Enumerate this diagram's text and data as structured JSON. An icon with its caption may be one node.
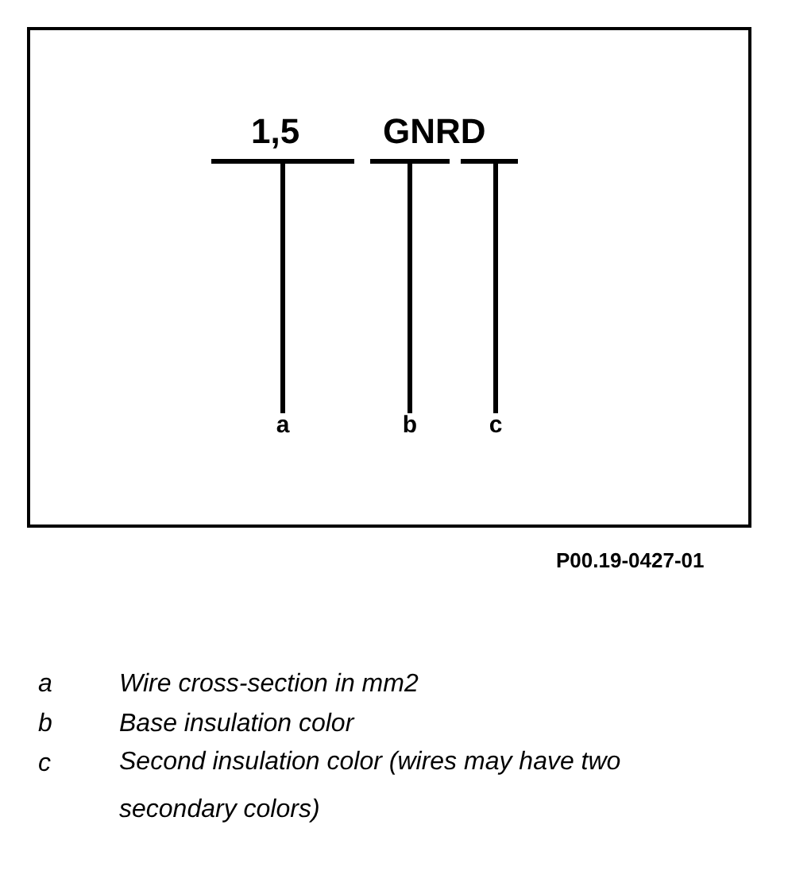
{
  "diagram": {
    "nodes": [
      {
        "text": [],
        "shape": "bar"
      },
      {
        "text": [],
        "shape": "bar"
      },
      {
        "text": [],
        "shape": "bar"
      },
      {
        "text": [
          "a"
        ]
      },
      {
        "text": [
          "b"
        ]
      },
      {
        "text": [
          "c"
        ]
      }
    ],
    "edges": [
      {
        "from": 3,
        "to": 0,
        "arrow": "none"
      },
      {
        "from": 4,
        "to": 1,
        "arrow": "none"
      },
      {
        "from": 5,
        "to": 2,
        "arrow": "none"
      }
    ],
    "labels": [
      "1,5",
      "GNRD",
      "P00.19-0427-01",
      "a",
      "Wire cross-section in mm2",
      "b",
      "Base insulation color",
      "c",
      "Second insulation color (wires may have two secondary colors)"
    ]
  }
}
